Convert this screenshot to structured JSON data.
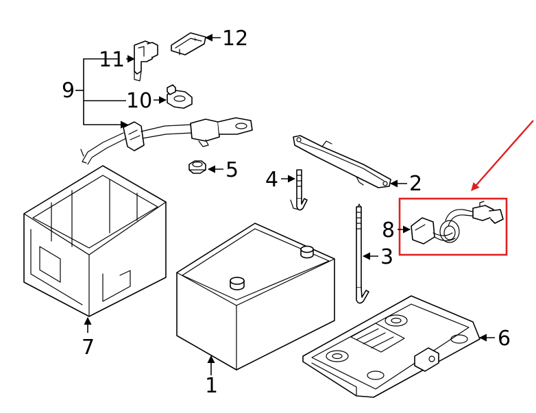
{
  "colors": {
    "highlight": "#e02020",
    "ink": "#000000",
    "background": "#ffffff"
  },
  "callouts": {
    "battery": "1",
    "hold_down_bracket": "2",
    "long_rod": "3",
    "short_rod": "4",
    "nut": "5",
    "battery_tray": "6",
    "battery_cover": "7",
    "sensor_harness": "8",
    "cable_assembly": "9",
    "terminal_nut": "10",
    "positive_terminal": "11",
    "terminal_cover": "12"
  }
}
